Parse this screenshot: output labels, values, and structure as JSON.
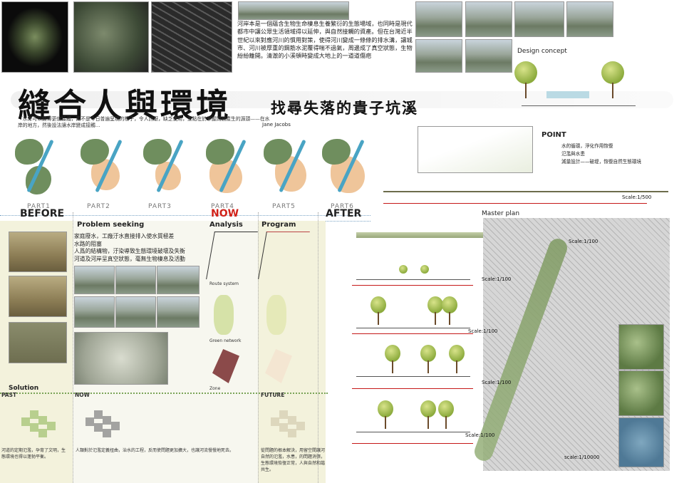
{
  "title": "縫合人與環境",
  "subtitle": "找尋失落的貴子坑溪",
  "intro": "河岸本是一個蘊含生物生命棲息生養繁衍的生態場域，也同時是現代都市中讓公眾生活領域得以延伸，與自然接觸的資產。但在台灣近半世紀以來對應河川的慣用對策，使得河川變成一條條的排水溝，讓城市、河川被厚重的鋼筋水泥覆得喘不過氣，周邊成了真空狀態，生物紛紛離開。清澈的小溪頓時變成大地上的一道道傷疤",
  "quote": "「水岸可以變得更值接觸，而不是今日普遍呈現的樣子，令人討厭，缺乏使用，重點在於掌握問題產生的源頭——在水岸的地方，然後設法讓水岸變成接觸…",
  "quote_author": "Jane Jacobs",
  "parts": [
    "PART1",
    "PART2",
    "PART3",
    "PART4",
    "PART5",
    "PART6"
  ],
  "timeline": {
    "before": "BEFORE",
    "now": "NOW",
    "after": "AFTER"
  },
  "problem": {
    "heading": "Problem seeking",
    "items": [
      "家庭廢水，工廠汙水直接排入使水質極差",
      "水路的阻塞",
      "人爲的結構物，汙染導致生態環境破壞及失衡",
      "河道及河岸呈真空狀態，毫無生物棲息及活動"
    ]
  },
  "analysis": {
    "heading": "Analysis",
    "labels": [
      "Route system",
      "Green network",
      "Zone"
    ]
  },
  "program": {
    "heading": "Program"
  },
  "solution": {
    "heading": "Solution",
    "stages": [
      "PAST",
      "NOW",
      "FUTURE"
    ],
    "texts": [
      "河道的定期氾濫，孕育了文明，生態環境也得以蓬勃平衡。",
      "人類對於氾濫定義扭曲，治水的工程，反而使問題更加擴大，也讓河流慢慢地死去。",
      "從問題的根本解決，用留空間讓河自然的氾濫，水患，的問題消弭，生態環境恢復正常，人與自然和諧共生。"
    ]
  },
  "design_concept": {
    "heading": "Design concept"
  },
  "point": {
    "heading": "POINT",
    "items": [
      "水的循環，淨化作用恢復",
      "氾濫與水患",
      "減量設計——破堤，恢復自然生態環境"
    ]
  },
  "master_plan": {
    "heading": "Master plan"
  },
  "scales": [
    "Scale:1/500",
    "Scale:1/100",
    "Scale:1/100",
    "Scale:1/100",
    "Scale:1/100",
    "Scale:1/100",
    "scale:1/10000"
  ]
}
